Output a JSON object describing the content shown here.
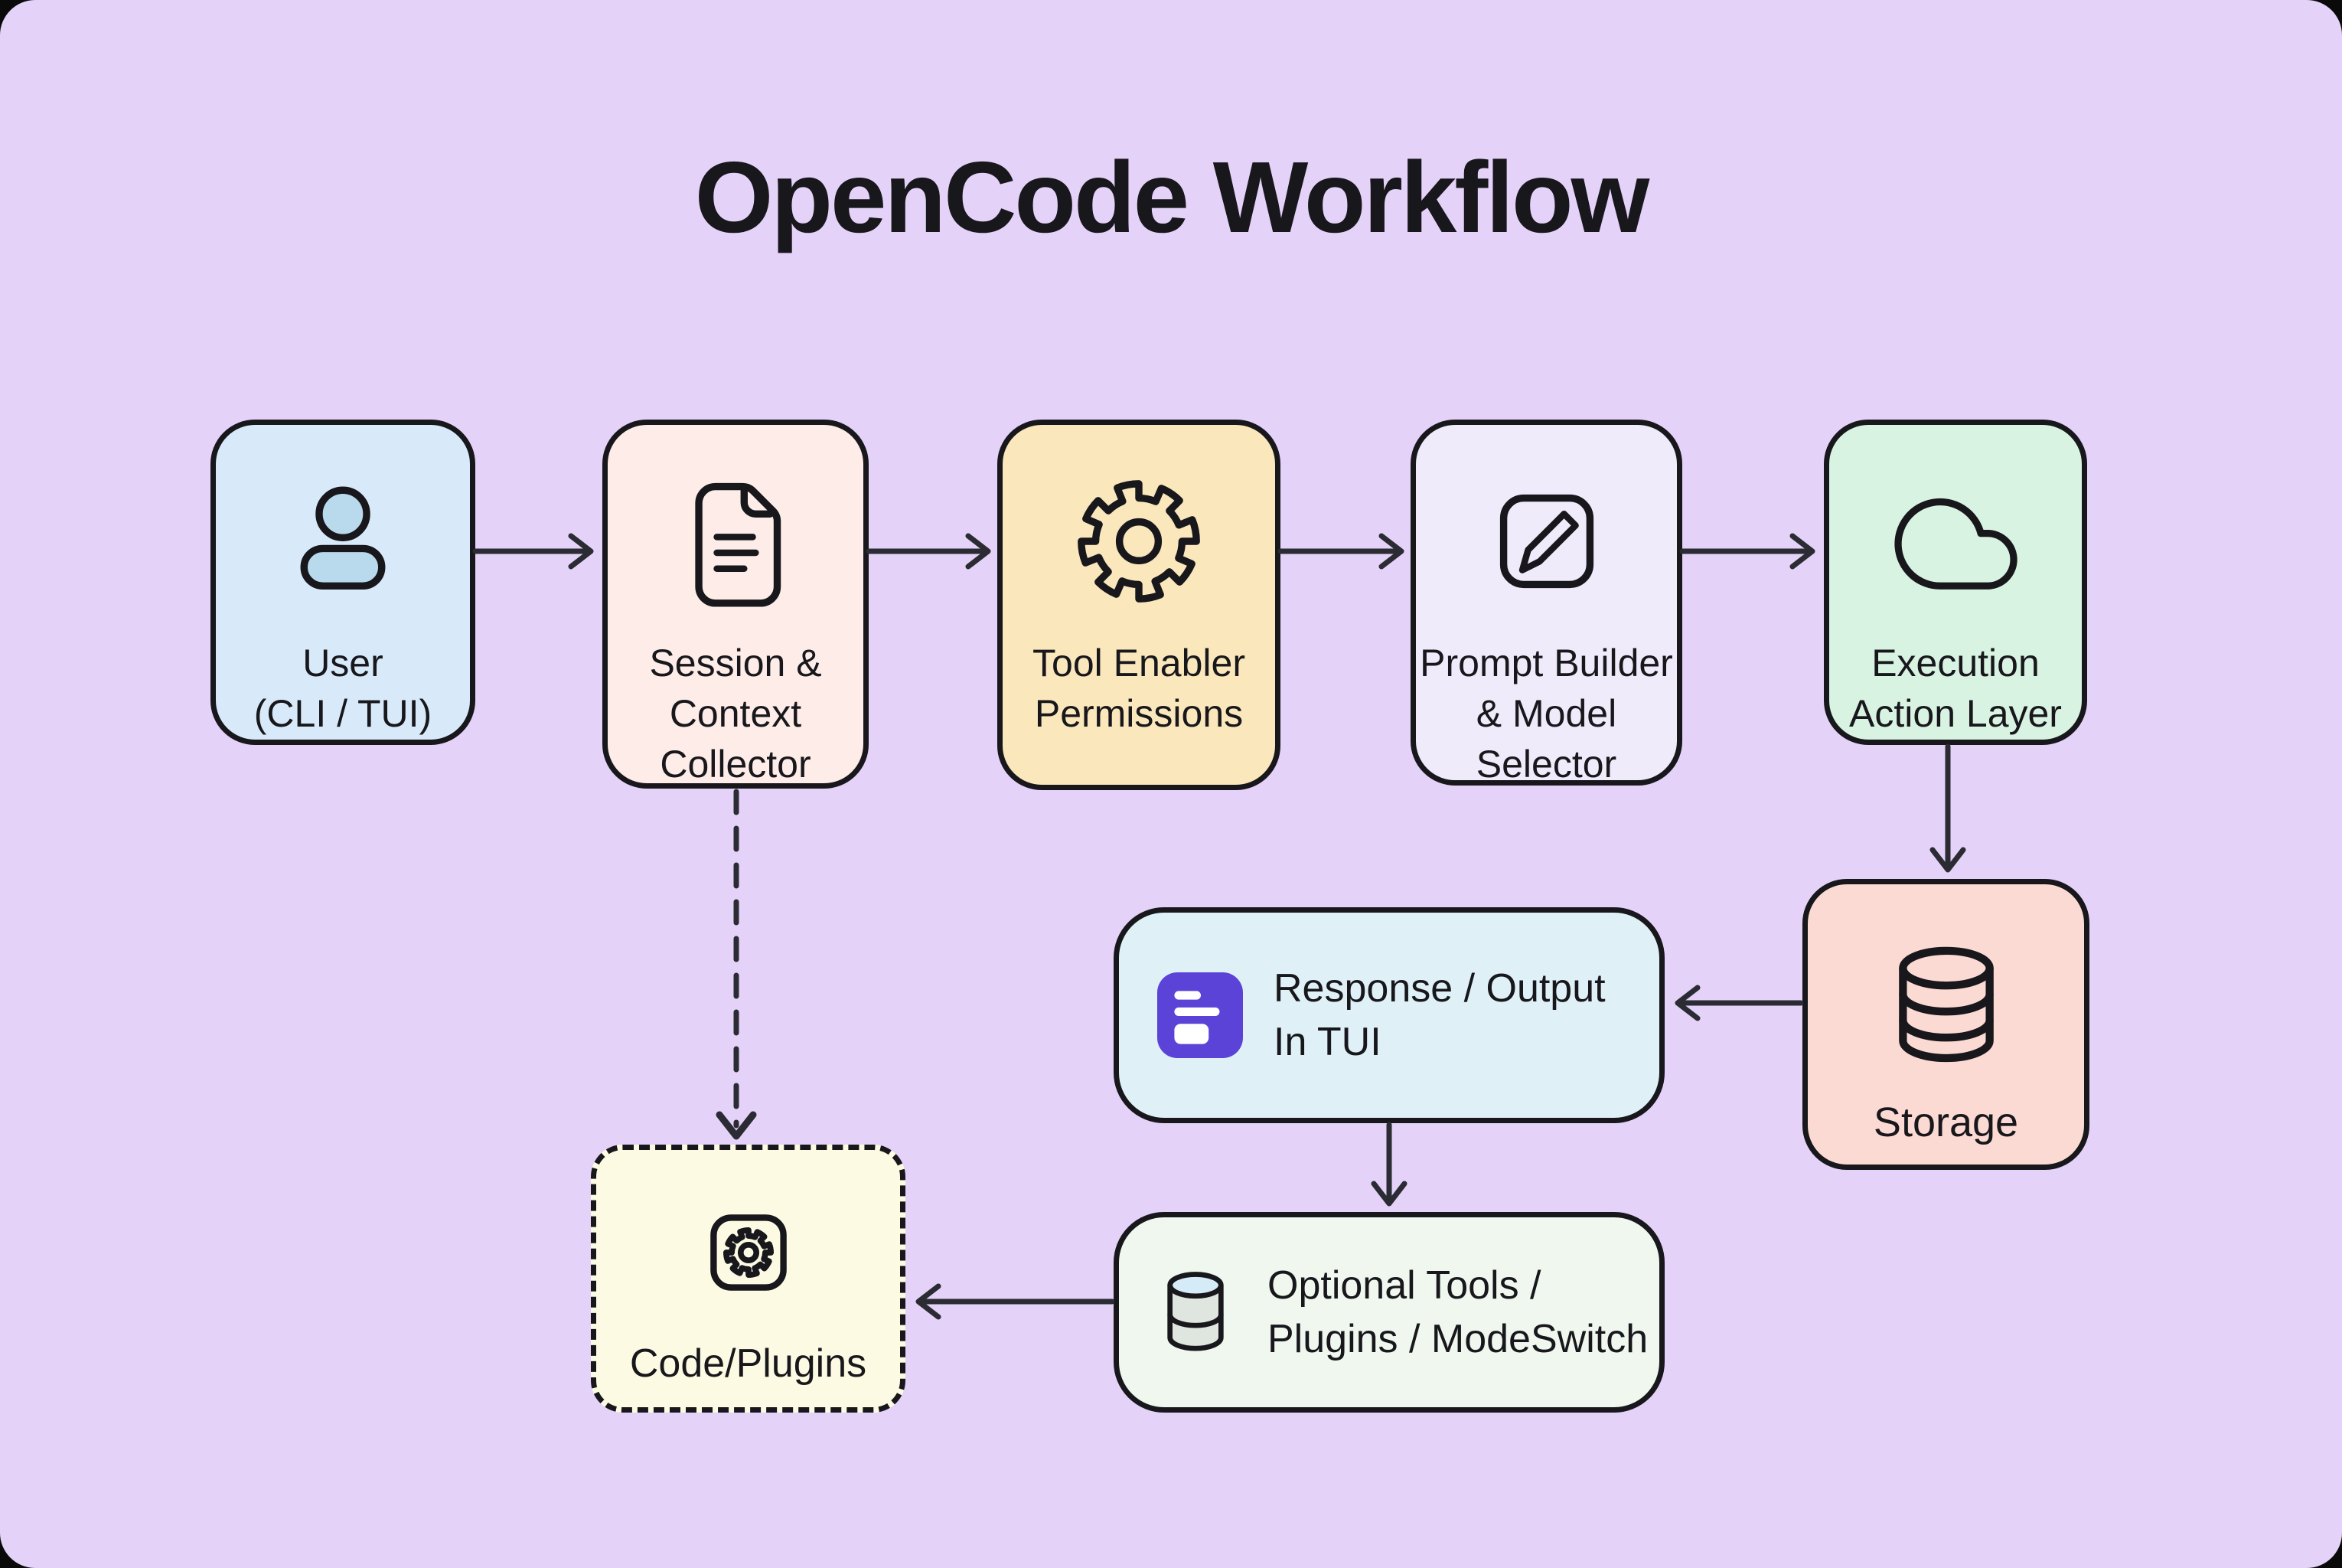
{
  "title": "OpenCode Workflow",
  "colors": {
    "page_background": "#0a0a0a",
    "canvas_background": "#e4d2f8",
    "node_border": "#17171c",
    "label_text": "#17171c",
    "arrow": "#2b2b33",
    "accent_purple": "#5b43d8"
  },
  "nodes": {
    "user": {
      "lines": [
        "User",
        "(CLI / TUI)"
      ],
      "fill": "#d8eafa",
      "icon": "person"
    },
    "session": {
      "lines": [
        "Session &",
        "Context",
        "Collector"
      ],
      "fill": "#fdece7",
      "icon": "document"
    },
    "tool_enabler": {
      "lines": [
        "Tool Enabler",
        "Permissions"
      ],
      "fill": "#fbe7bc",
      "icon": "gear"
    },
    "prompt_builder": {
      "lines": [
        "Prompt Builder",
        "& Model",
        "Selector"
      ],
      "fill": "#efebfa",
      "icon": "pencil"
    },
    "execution": {
      "lines": [
        "Execution",
        "Action Layer"
      ],
      "fill": "#d9f3e3",
      "icon": "cloud"
    },
    "storage": {
      "lines": [
        "Storage"
      ],
      "fill": "#fcdad4",
      "icon": "database"
    },
    "response": {
      "lines": [
        "Response / Output",
        "In TUI"
      ],
      "fill": "#dff1f7",
      "icon": "chat-list"
    },
    "optional_tools": {
      "lines": [
        "Optional Tools /",
        "Plugins / ModeSwitch"
      ],
      "fill": "#eff7ef",
      "icon": "database-3d"
    },
    "code_plugins": {
      "lines": [
        "Code/Plugins"
      ],
      "fill": "#fdfae3",
      "icon": "gear-square"
    }
  }
}
